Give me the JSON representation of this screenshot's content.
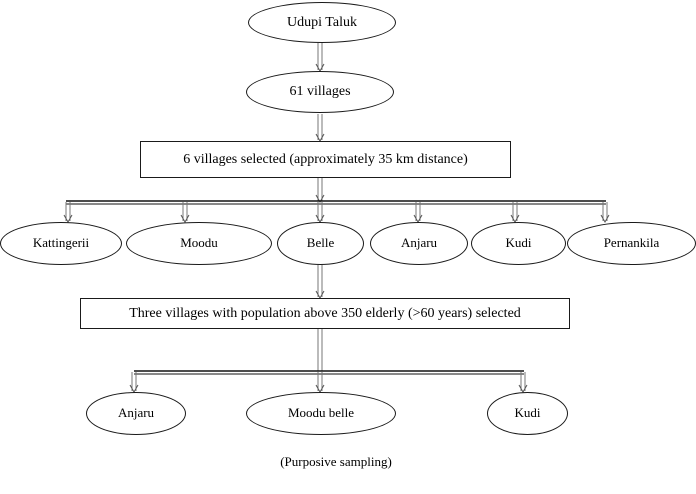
{
  "diagram": {
    "title_node": {
      "label": "Udupi Taluk"
    },
    "count_node": {
      "label": "61 villages"
    },
    "selection_box": {
      "label": "6 villages selected (approximately 35 km distance)"
    },
    "villages_row": [
      {
        "label": "Kattingerii"
      },
      {
        "label": "Moodu"
      },
      {
        "label": "Belle"
      },
      {
        "label": "Anjaru"
      },
      {
        "label": "Kudi"
      },
      {
        "label": "Pernankila"
      }
    ],
    "criteria_box": {
      "label": "Three villages with population above 350 elderly (>60 years) selected"
    },
    "final_row": [
      {
        "label": "Anjaru"
      },
      {
        "label": "Moodu belle"
      },
      {
        "label": "Kudi"
      }
    ],
    "caption": {
      "label": "(Purposive sampling)"
    },
    "colors": {
      "stroke": "#1a1a1a",
      "background": "#ffffff",
      "text": "#000000"
    }
  }
}
